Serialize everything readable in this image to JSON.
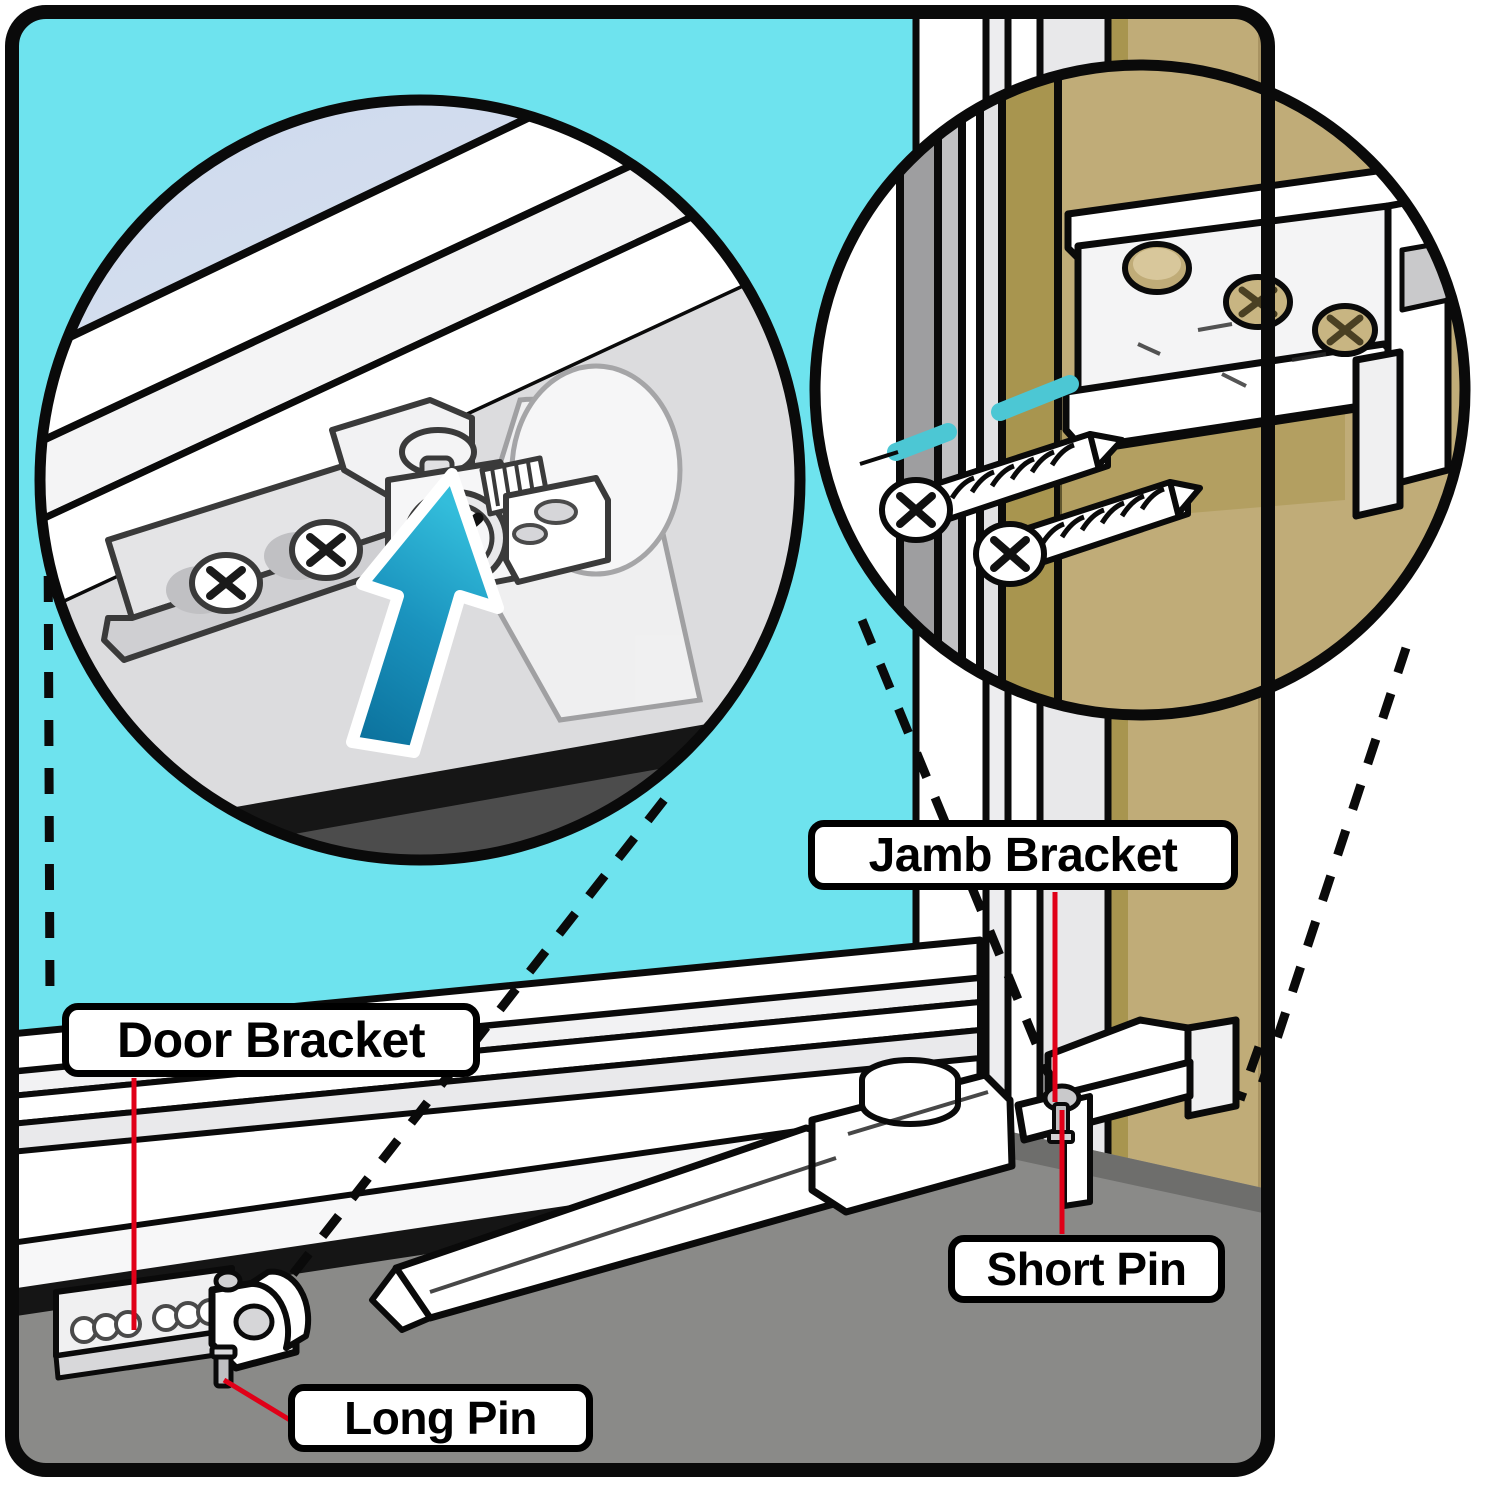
{
  "diagram": {
    "title": "Door closer bracket installation diagram",
    "type": "exploded-detail-illustration"
  },
  "colors": {
    "background_cyan": "#6EE3EE",
    "jamb_tan": "#C0AC78",
    "jamb_tan_dark": "#A8954F",
    "floor_gray": "#8A8A88",
    "floor_gray_dark": "#6E6E6C",
    "outline_black": "#0A0A0A",
    "metal_white": "#FFFFFF",
    "metal_light_gray": "#E4E4E6",
    "metal_mid_gray": "#C9C9CC",
    "glass_blue": "#C7D4EA",
    "arrow_cyan": "#2FB7D6",
    "arrow_blue": "#0A6E99",
    "teal_mark": "#4CC7D4",
    "leader_red": "#E00018"
  },
  "labels": [
    {
      "id": "door-bracket",
      "text": "Door Bracket"
    },
    {
      "id": "jamb-bracket",
      "text": "Jamb Bracket"
    },
    {
      "id": "short-pin",
      "text": "Short Pin"
    },
    {
      "id": "long-pin",
      "text": "Long Pin"
    }
  ],
  "detail_circles": [
    {
      "id": "door-bracket-detail",
      "subject": "door-bracket-mounted-on-door",
      "contents": [
        "door-bracket-plate",
        "phillips-screw",
        "phillips-screw",
        "long-pin-head",
        "blue-arrow-pointer"
      ]
    },
    {
      "id": "jamb-bracket-detail",
      "subject": "jamb-bracket-mounted-on-jamb",
      "contents": [
        "jamb-bracket-plate",
        "mounting-hole",
        "phillips-screw",
        "phillips-screw",
        "wood-screw",
        "wood-screw",
        "teal-alignment-mark",
        "teal-alignment-mark"
      ]
    }
  ],
  "main_scene": {
    "parts": [
      "door-panel",
      "door-closer-cylinder",
      "door-bracket",
      "jamb-bracket",
      "long-pin",
      "short-pin",
      "door-jamb",
      "floor"
    ]
  }
}
